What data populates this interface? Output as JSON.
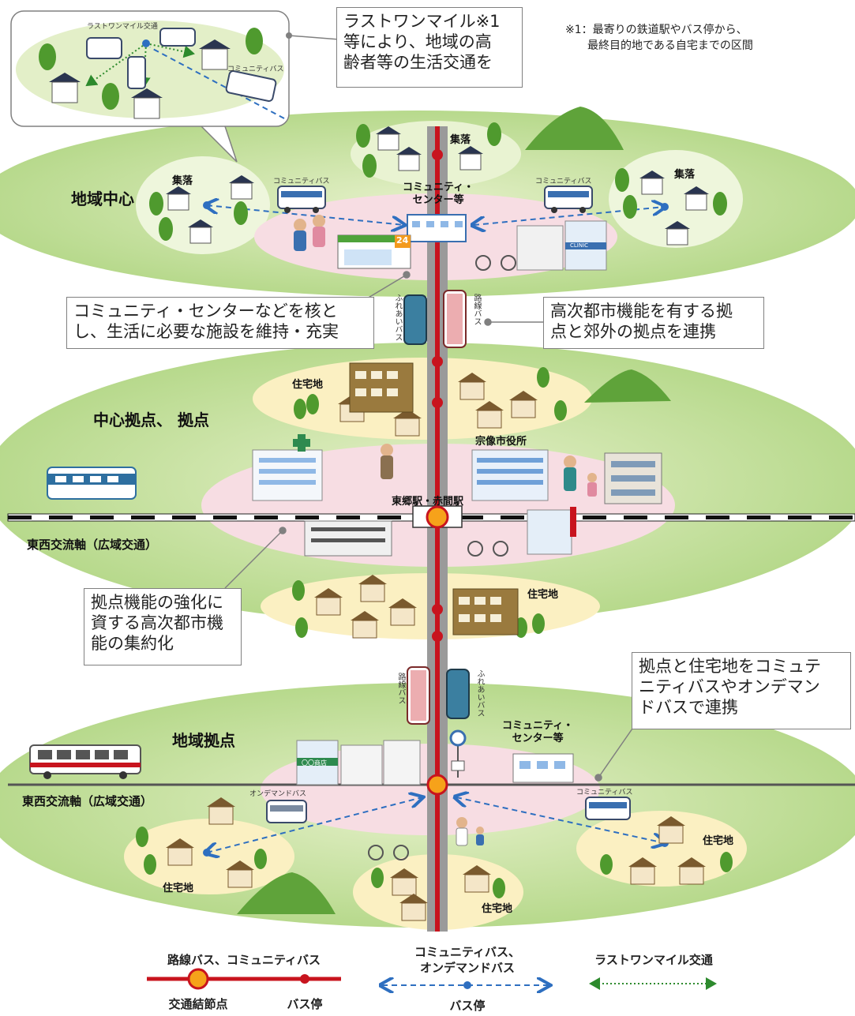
{
  "callouts": {
    "last_mile": "ラストワンマイル※1\n等により、地域の高\n齢者等の生活交通を",
    "community_center": "コミュニティ・センターなどを核と\nし、生活に必要な施設を維持・充実",
    "high_level_city": "高次都市機能を有する拠\n点と郊外の拠点を連携",
    "hub_function": "拠点機能の強化に\n資する高次都市機\n能の集約化",
    "residential_link": "拠点と住宅地をコミュテ\nニティバスやオンデマン\nドバスで連携"
  },
  "footnote": "※1：最寄りの鉄道駅やバス停から、\n　　最終目的地である自宅までの区間",
  "zones": {
    "regional_center": "地域中心",
    "central_hub": "中心拠点、 拠点",
    "regional_hub": "地域拠点",
    "east_west_axis_1": "東西交流軸（広域交通）",
    "east_west_axis_2": "東西交流軸（広域交通）"
  },
  "places": {
    "village_top": "集落",
    "village_left": "集落",
    "village_right": "集落",
    "community_center_top": "コミュニティ・\nセンター等",
    "residential_1": "住宅地",
    "city_hall": "宗像市役所",
    "station": "東郷駅・赤間駅",
    "residential_2": "住宅地",
    "community_center_bottom": "コミュニティ・\nセンター等",
    "residential_left": "住宅地",
    "residential_right": "住宅地",
    "residential_bottom": "住宅地",
    "convenience_24": "24",
    "clinic_sign": "CLINIC",
    "shop_sign": "〇〇商店"
  },
  "vehicle_labels": {
    "last_mile_transit": "ラストワンマイル交通",
    "community_bus_inset": "コミュニティバス",
    "community_bus_left": "コミュニティバス",
    "community_bus_right": "コミュニティバス",
    "fureai_bus_1": "ふれあいバス",
    "route_bus_1": "路線バス",
    "route_bus_2": "路線バス",
    "fureai_bus_2": "ふれあいバス",
    "on_demand_bus": "オンデマンドバス",
    "community_bus_bottom": "コミュニティバス"
  },
  "legend": {
    "route_bus_title": "路線バス、コミュニティバス",
    "node": "交通結節点",
    "bus_stop": "バス停",
    "community_bus_title": "コミュニティバス、\nオンデマンドバス",
    "bus_stop_2": "バス停",
    "last_mile_title": "ラストワンマイル交通"
  },
  "colors": {
    "rail_red": "#c8141e",
    "road_gray": "#9a9a9a",
    "green_zone": "#cfe6a8",
    "pink_zone": "#f7dde3",
    "yellow_zone": "#fbf0c2",
    "dashed_blue": "#2e6fc0",
    "last_mile_green": "#2d8a2d",
    "node_orange": "#f6a21a"
  }
}
